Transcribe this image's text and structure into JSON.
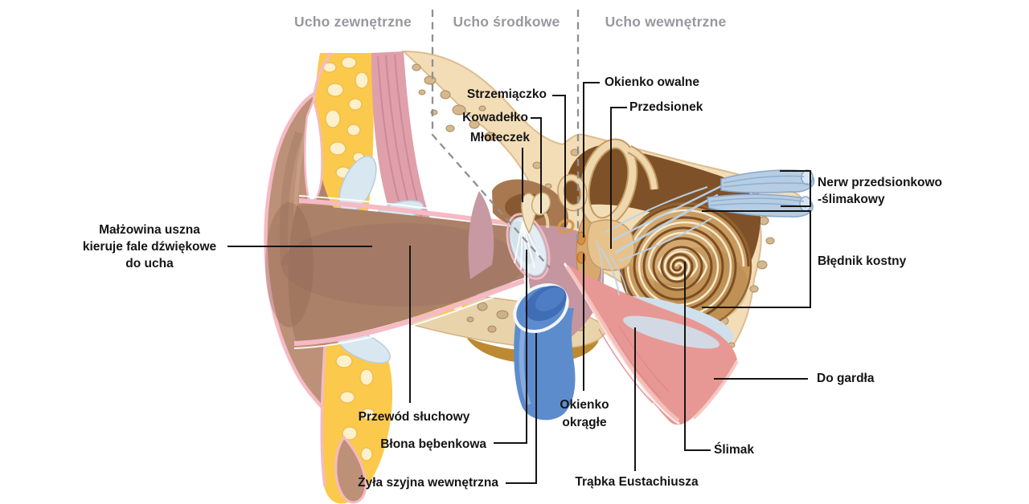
{
  "figure": {
    "type": "anatomical-diagram",
    "subject": "human ear cross-section",
    "sections": [
      {
        "id": "outer",
        "label": "Ucho zewnętrzne"
      },
      {
        "id": "middle",
        "label": "Ucho środkowe"
      },
      {
        "id": "inner",
        "label": "Ucho wewnętrzne"
      }
    ],
    "annotations": [
      {
        "id": "pinna",
        "text": "Małżowina uszna\nkieruje fale dźwiękowe\ndo ucha"
      },
      {
        "id": "ear-canal",
        "text": "Przewód słuchowy"
      },
      {
        "id": "eardrum",
        "text": "Błona bębenkowa"
      },
      {
        "id": "jugular-vein",
        "text": "Żyła szyjna wewnętrzna"
      },
      {
        "id": "malleus",
        "text": "Młoteczek"
      },
      {
        "id": "incus",
        "text": "Kowadełko"
      },
      {
        "id": "stapes",
        "text": "Strzemiączko"
      },
      {
        "id": "oval-window",
        "text": "Okienko owalne"
      },
      {
        "id": "round-window",
        "text": "Okienko\nokrągłe"
      },
      {
        "id": "vestibule",
        "text": "Przedsionek"
      },
      {
        "id": "vestibulocochlear-nerve",
        "text": "Nerw przedsionkowo\n-ślimakowy"
      },
      {
        "id": "bony-labyrinth",
        "text": "Błędnik kostny"
      },
      {
        "id": "cochlea",
        "text": "Ślimak"
      },
      {
        "id": "eustachian-tube",
        "text": "Trąbka Eustachiusza"
      },
      {
        "id": "to-throat",
        "text": "Do gardła"
      }
    ],
    "colors": {
      "label_text": "#151515",
      "section_text": "#98989e",
      "leader_line": "#141414",
      "dashed_divider": "#8f9095",
      "skin_pink": "#f5bac4",
      "fat_yellow": "#fbc94c",
      "bone_cream": "#f3ddb6",
      "muscle_pink": "#dfa0aa",
      "cochlea_tan": "#c89a5e",
      "nerve_blue": "#b6cde4",
      "vein_blue": "#5d8ccd"
    }
  }
}
